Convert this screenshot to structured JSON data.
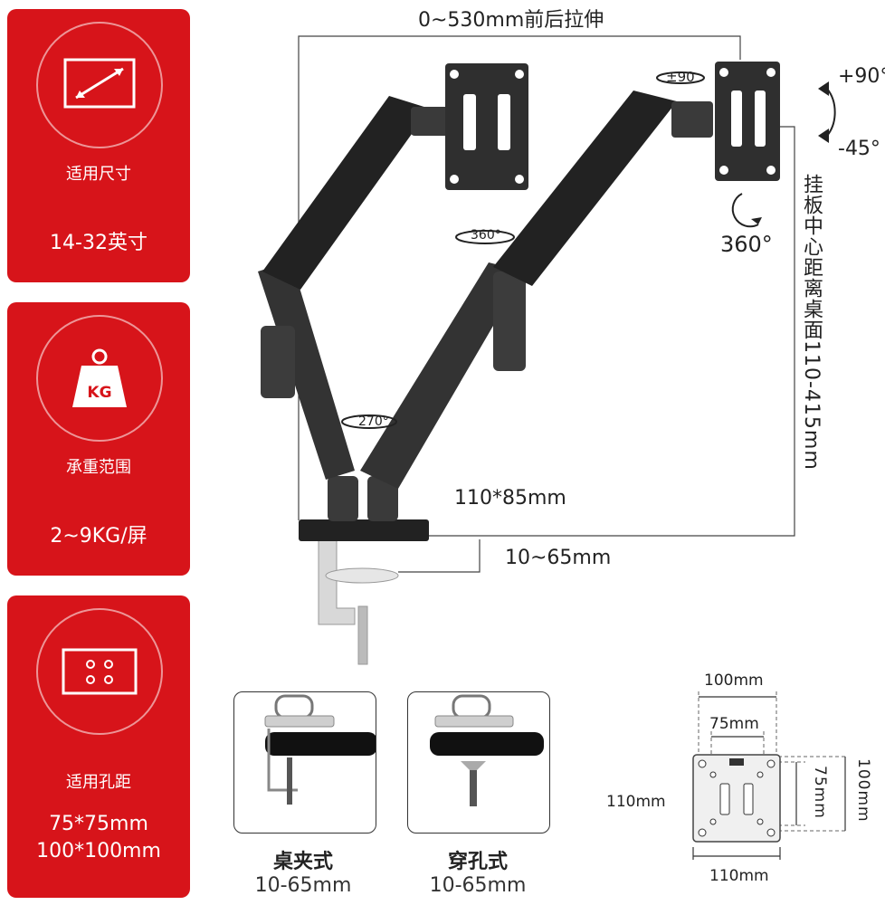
{
  "cards": [
    {
      "label": "适用尺寸",
      "value": "14-32英寸",
      "icon": "screen-size-icon"
    },
    {
      "label": "承重范围",
      "value": "2~9KG/屏",
      "icon": "weight-kg-icon",
      "badge": "KG"
    },
    {
      "label": "适用孔距",
      "value": "75*75mm",
      "value2": "100*100mm",
      "icon": "vesa-holes-icon"
    }
  ],
  "diagram": {
    "stretch": "0~530mm前后拉伸",
    "tilt_up": "+90°",
    "tilt_down": "-45°",
    "swivel_plate": "±90",
    "rotate_panel": "360°",
    "arm_rotate_mid": "360°",
    "arm_rotate_base": "270°",
    "vertical_height": "挂板中心距离桌面110-415mm",
    "base_size": "110*85mm",
    "clamp_range": "10~65mm"
  },
  "install": [
    {
      "title": "桌夹式",
      "range": "10-65mm",
      "icon": "desk-clamp-icon"
    },
    {
      "title": "穿孔式",
      "range": "10-65mm",
      "icon": "grommet-mount-icon"
    }
  ],
  "vesa": {
    "outer_width": "100mm",
    "inner_width": "75mm",
    "plate_height": "110mm",
    "plate_width": "110mm",
    "inner_height": "75mm",
    "outer_height": "100mm"
  },
  "colors": {
    "accent": "#d7141a",
    "arm": "#2b2b2b"
  }
}
